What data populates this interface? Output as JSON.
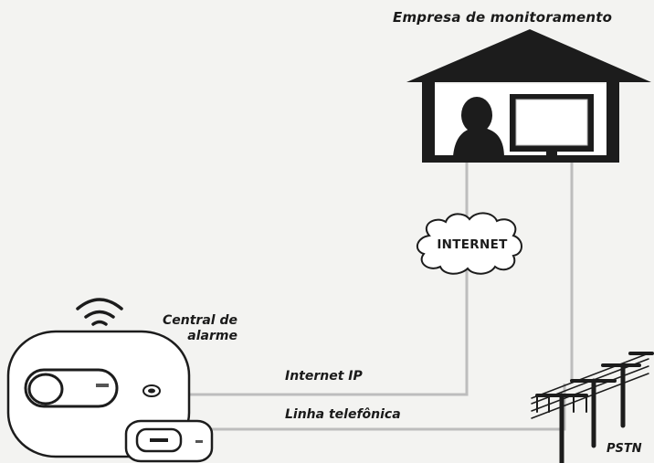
{
  "labels": {
    "company": "Empresa de monitoramento",
    "central_line1": "Central de",
    "central_line2": "alarme",
    "internet_ip": "Internet IP",
    "phone_line": "Linha telefônica",
    "cloud": "INTERNET",
    "pstn": "PSTN"
  },
  "colors": {
    "background": "#f3f3f1",
    "ink": "#1a1a1a",
    "cable": "#bdbdbd"
  },
  "icons": [
    "building-icon",
    "operator-icon",
    "monitor-icon",
    "wifi-icon",
    "alarm-panel-icon",
    "keypad-icon",
    "cloud-icon",
    "utility-pole-icon"
  ]
}
